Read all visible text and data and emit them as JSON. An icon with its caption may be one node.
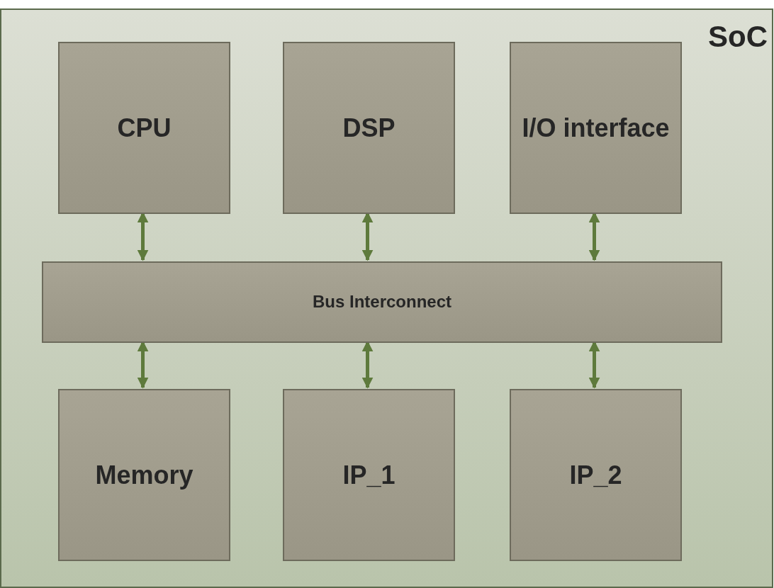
{
  "diagram": {
    "nodes": [
      {
        "text": [
          "SoC"
        ]
      },
      {
        "text": [
          "CPU"
        ],
        "in": 0
      },
      {
        "text": [
          "DSP"
        ],
        "in": 0
      },
      {
        "text": [
          "I/O interface"
        ],
        "in": 0
      },
      {
        "text": [
          "Bus Interconnect"
        ],
        "in": 0
      },
      {
        "text": [
          "Memory"
        ],
        "in": 0
      },
      {
        "text": [
          "IP_1"
        ],
        "in": 0
      },
      {
        "text": [
          "IP_2"
        ],
        "in": 0
      }
    ],
    "edges": [
      {
        "from": 1,
        "to": 4,
        "arrow": "both"
      },
      {
        "from": 2,
        "to": 4,
        "arrow": "both"
      },
      {
        "from": 3,
        "to": 4,
        "arrow": "both"
      },
      {
        "from": 4,
        "to": 5,
        "arrow": "both"
      },
      {
        "from": 4,
        "to": 6,
        "arrow": "both"
      },
      {
        "from": 4,
        "to": 7,
        "arrow": "both"
      }
    ]
  }
}
